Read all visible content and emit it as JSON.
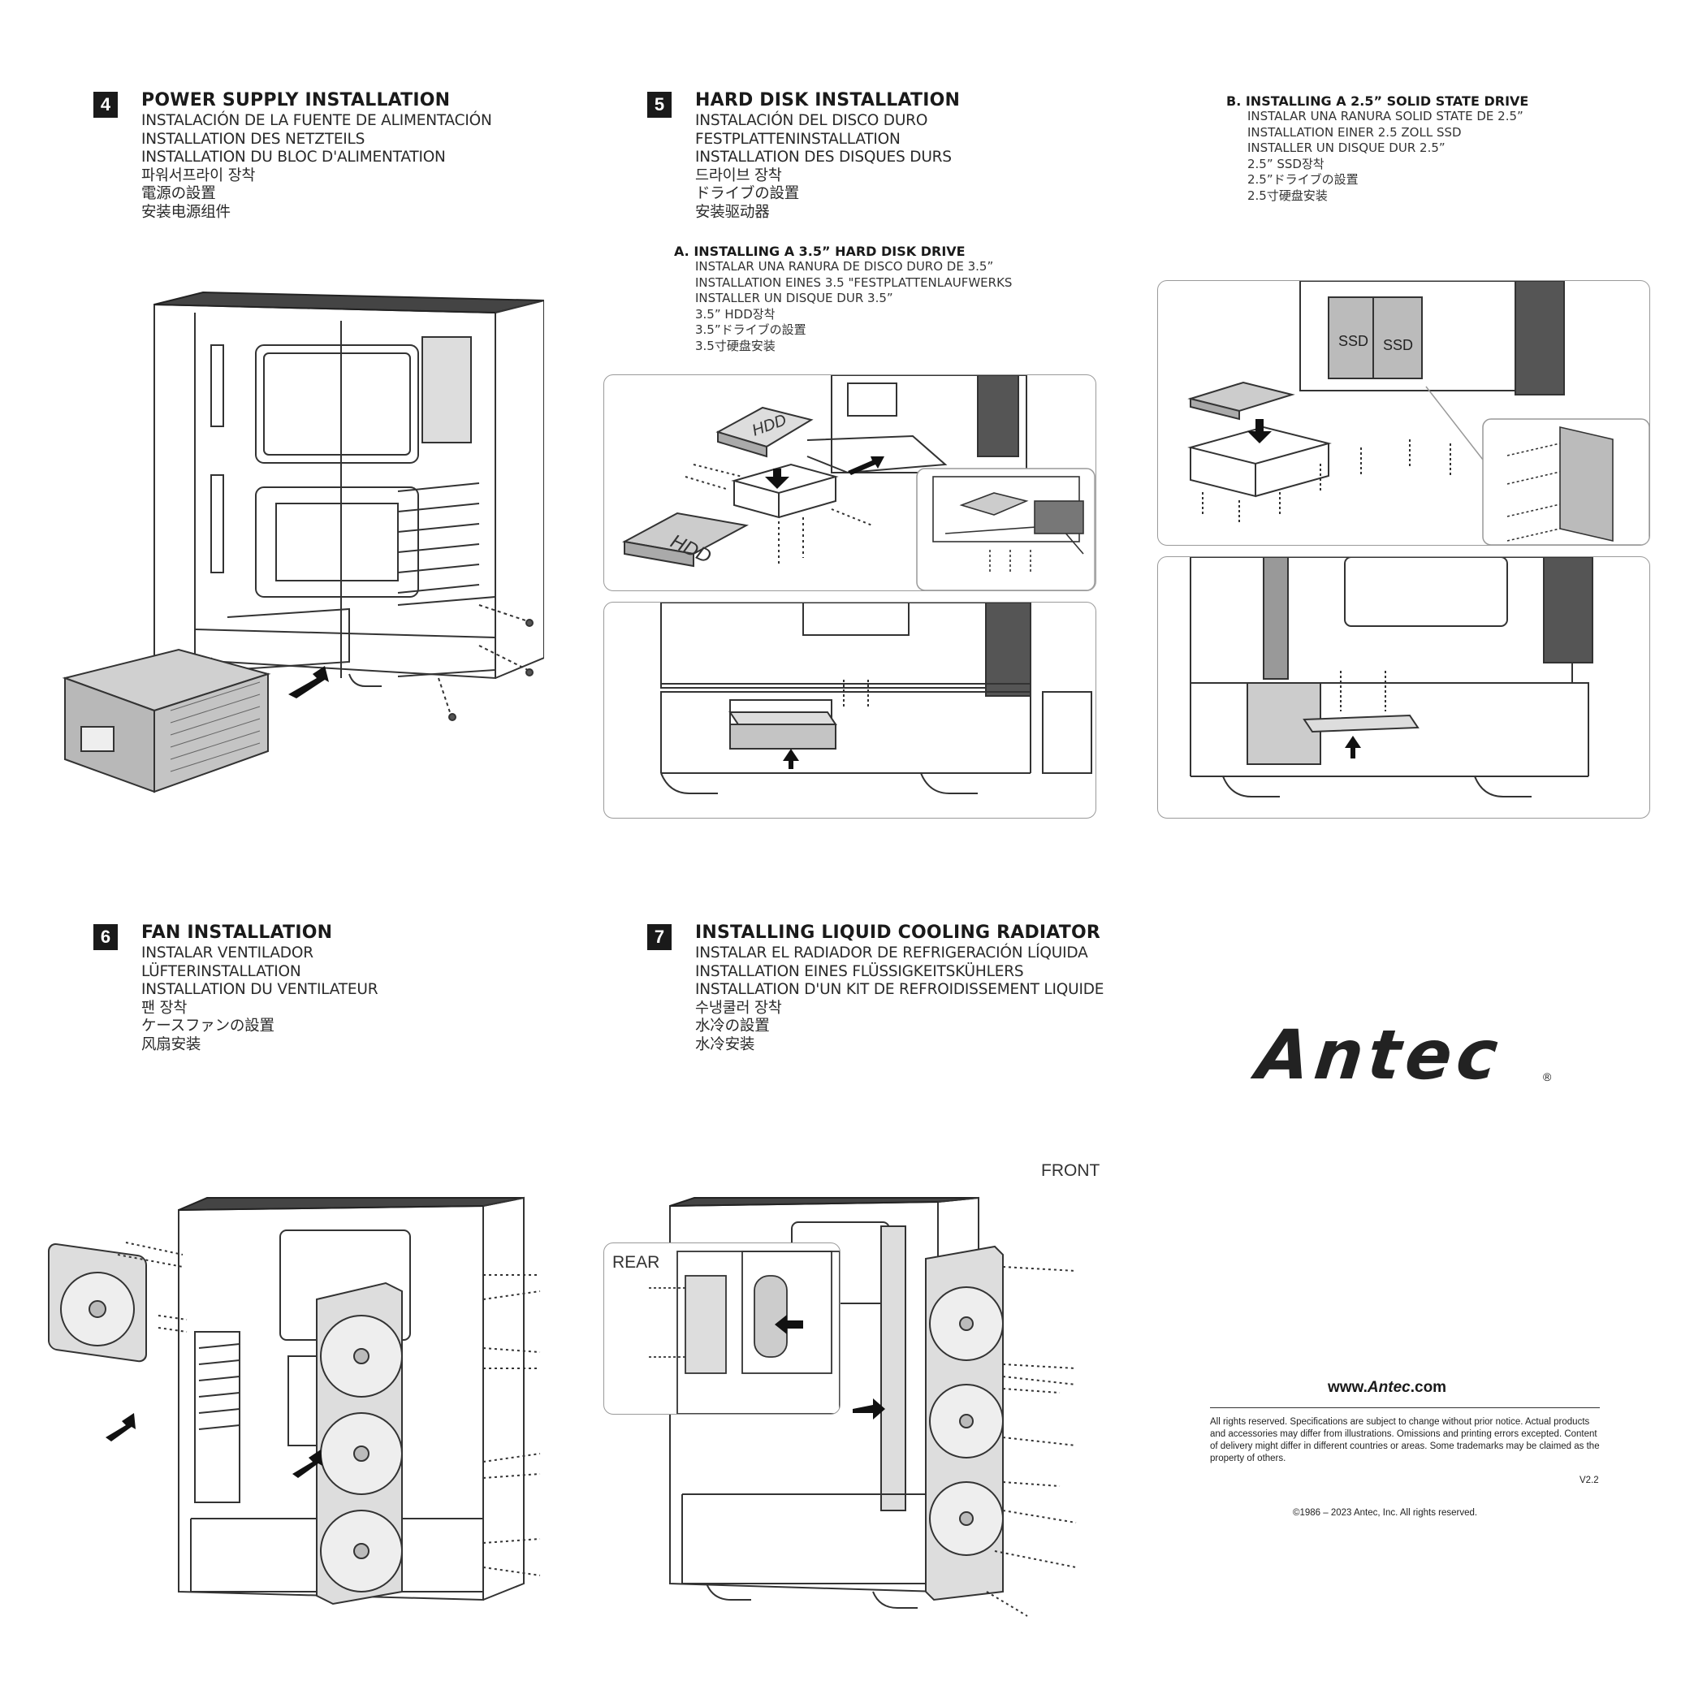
{
  "step4": {
    "number": "4",
    "title": "POWER SUPPLY INSTALLATION",
    "lines": [
      "INSTALACIÓN DE LA FUENTE DE ALIMENTACIÓN",
      "INSTALLATION DES NETZTEILS",
      "INSTALLATION DU BLOC D'ALIMENTATION",
      "파워서프라이 장착",
      "電源の設置",
      "安装电源组件"
    ]
  },
  "step5": {
    "number": "5",
    "title": "HARD DISK INSTALLATION",
    "lines": [
      "INSTALACIÓN DEL DISCO DURO",
      "FESTPLATTENINSTALLATION",
      "INSTALLATION DES DISQUES DURS",
      "드라이브 장착",
      "ドライブの設置",
      "安装驱动器"
    ],
    "subA": {
      "title": "A.  INSTALLING A 3.5”  HARD DISK DRIVE",
      "lines": [
        "INSTALAR UNA RANURA DE DISCO DURO DE 3.5”",
        "INSTALLATION EINES 3.5 \"FESTPLATTENLAUFWERKS",
        "INSTALLER UN DISQUE DUR 3.5”",
        "3.5” HDD장착",
        "3.5”ドライブの設置",
        "3.5寸硬盘安装"
      ],
      "hdd_label": "HDD"
    },
    "subB": {
      "title": "B.  INSTALLING A 2.5”  SOLID STATE DRIVE",
      "lines": [
        "INSTALAR UNA RANURA SOLID STATE DE 2.5”",
        "INSTALLATION EINER 2.5 ZOLL SSD",
        "INSTALLER UN DISQUE DUR 2.5”",
        "2.5” SSD장착",
        "2.5”ドライブの設置",
        "2.5寸硬盘安装"
      ],
      "ssd_label": "SSD"
    }
  },
  "step6": {
    "number": "6",
    "title": "FAN INSTALLATION",
    "lines": [
      "INSTALAR VENTILADOR",
      "LÜFTERINSTALLATION",
      "INSTALLATION DU VENTILATEUR",
      "팬 장착",
      "ケースファンの設置",
      "风扇安装"
    ]
  },
  "step7": {
    "number": "7",
    "title": "INSTALLING LIQUID COOLING RADIATOR",
    "lines": [
      "INSTALAR EL RADIADOR DE REFRIGERACIÓN LÍQUIDA",
      "INSTALLATION EINES FLÜSSIGKEITSKÜHLERS",
      "INSTALLATION D'UN KIT DE REFROIDISSEMENT LIQUIDE",
      "수냉쿨러 장착",
      "水冷の設置",
      "水冷安装"
    ],
    "front_label": "FRONT",
    "rear_label": "REAR"
  },
  "brand": {
    "logo": "Antec",
    "registered": "®",
    "website_prefix": "www.",
    "website_brand": "Antec",
    "website_suffix": ".com",
    "disclaimer": "All rights reserved. Specifications are subject to change without prior notice. Actual products and accessories may differ from illustrations. Omissions and printing errors excepted. Content of delivery might differ in different countries or areas. Some trademarks may be claimed as the property of others.",
    "version": "V2.2",
    "copyright": "©1986 – 2023 Antec, Inc. All rights reserved."
  },
  "colors": {
    "ink": "#1a1a1a",
    "line": "#555555",
    "fill_gray": "#bdbdbd",
    "panel_border": "#9a9a9a"
  }
}
